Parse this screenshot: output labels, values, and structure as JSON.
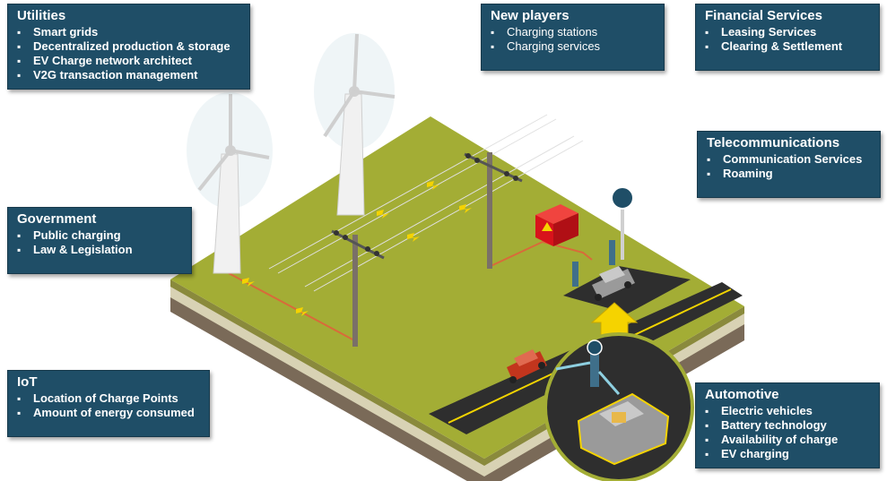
{
  "boxes": {
    "utilities": {
      "title": "Utilities",
      "items": [
        "Smart grids",
        "Decentralized production & storage",
        "EV Charge network architect",
        "V2G transaction management"
      ]
    },
    "new_players": {
      "title": "New players",
      "items": [
        "Charging stations",
        "Charging services"
      ]
    },
    "financial": {
      "title": "Financial Services",
      "items": [
        "Leasing Services",
        "Clearing & Settlement"
      ]
    },
    "telecom": {
      "title": "Telecommunications",
      "items": [
        "Communication Services",
        "Roaming"
      ]
    },
    "government": {
      "title": "Government",
      "items": [
        "Public charging",
        "Law & Legislation"
      ]
    },
    "iot": {
      "title": "IoT",
      "items": [
        "Location of Charge Points",
        "Amount of energy consumed"
      ]
    },
    "automotive": {
      "title": "Automotive",
      "items": [
        "Electric vehicles",
        "Battery technology",
        "Availability of charge",
        "EV charging"
      ]
    }
  },
  "colors": {
    "box_bg": "#1f4e67",
    "grass": "#a3ad35",
    "road": "#2e2e2e",
    "road_line": "#f2d400",
    "transformer": "#d8131b",
    "car_red": "#c2351d",
    "car_gray": "#9a9a9a",
    "arrow": "#f5d300"
  }
}
